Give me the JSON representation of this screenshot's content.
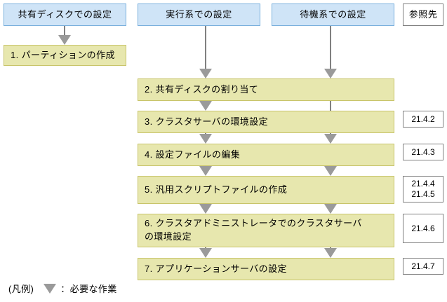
{
  "diagram": {
    "columns": [
      {
        "label": "共有ディスクでの設定",
        "style": "blue"
      },
      {
        "label": "実行系での設定",
        "style": "blue"
      },
      {
        "label": "待機系での設定",
        "style": "blue"
      },
      {
        "label": "参照先",
        "style": "plain"
      }
    ],
    "steps": [
      {
        "id": "step-1",
        "text": "1. パーティションの作成",
        "column": "shared-disk",
        "reference": ""
      },
      {
        "id": "step-2",
        "text": "2. 共有ディスクの割り当て",
        "column": "spanning",
        "reference": ""
      },
      {
        "id": "step-3",
        "text": "3. クラスタサーバの環境設定",
        "column": "spanning",
        "reference": "21.4.2"
      },
      {
        "id": "step-4",
        "text": "4. 設定ファイルの編集",
        "column": "spanning",
        "reference": "21.4.3"
      },
      {
        "id": "step-5",
        "text": "5. 汎用スクリプトファイルの作成",
        "column": "spanning",
        "reference": "21.4.4\n21.4.5"
      },
      {
        "id": "step-6",
        "text": "6. クラスタアドミニストレータでのクラスタサーバ\n  の環境設定",
        "column": "spanning",
        "reference": "21.4.6"
      },
      {
        "id": "step-7",
        "text": "7. アプリケーションサーバの設定",
        "column": "spanning",
        "reference": "21.4.7"
      }
    ],
    "legend": {
      "prefix": "(凡例)",
      "marker": "arrow-down-triangle",
      "text": "：必要な作業"
    },
    "colors": {
      "header_fill": "#cfe4f7",
      "header_border": "#7ab0dd",
      "task_fill": "#e7e7ae",
      "task_border": "#c8c46a",
      "arrow": "#9a9a9a",
      "line": "#808080",
      "reference_border": "#808080"
    }
  }
}
